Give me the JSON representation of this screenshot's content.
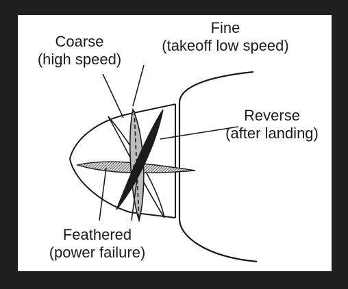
{
  "labels": {
    "coarse": {
      "line1": "Coarse",
      "line2": "(high speed)"
    },
    "fine": {
      "line1": "Fine",
      "line2": "(takeoff low speed)"
    },
    "reverse": {
      "line1": "Reverse",
      "line2": "(after landing)"
    },
    "feathered": {
      "line1": "Feathered",
      "line2": "(power failure)"
    }
  },
  "colors": {
    "background": "#1f1f1f",
    "panel": "#ffffff",
    "ink": "#1b1b1b",
    "blade_gray": "#bdbdbd",
    "blade_dark": "#1b1b1b"
  }
}
